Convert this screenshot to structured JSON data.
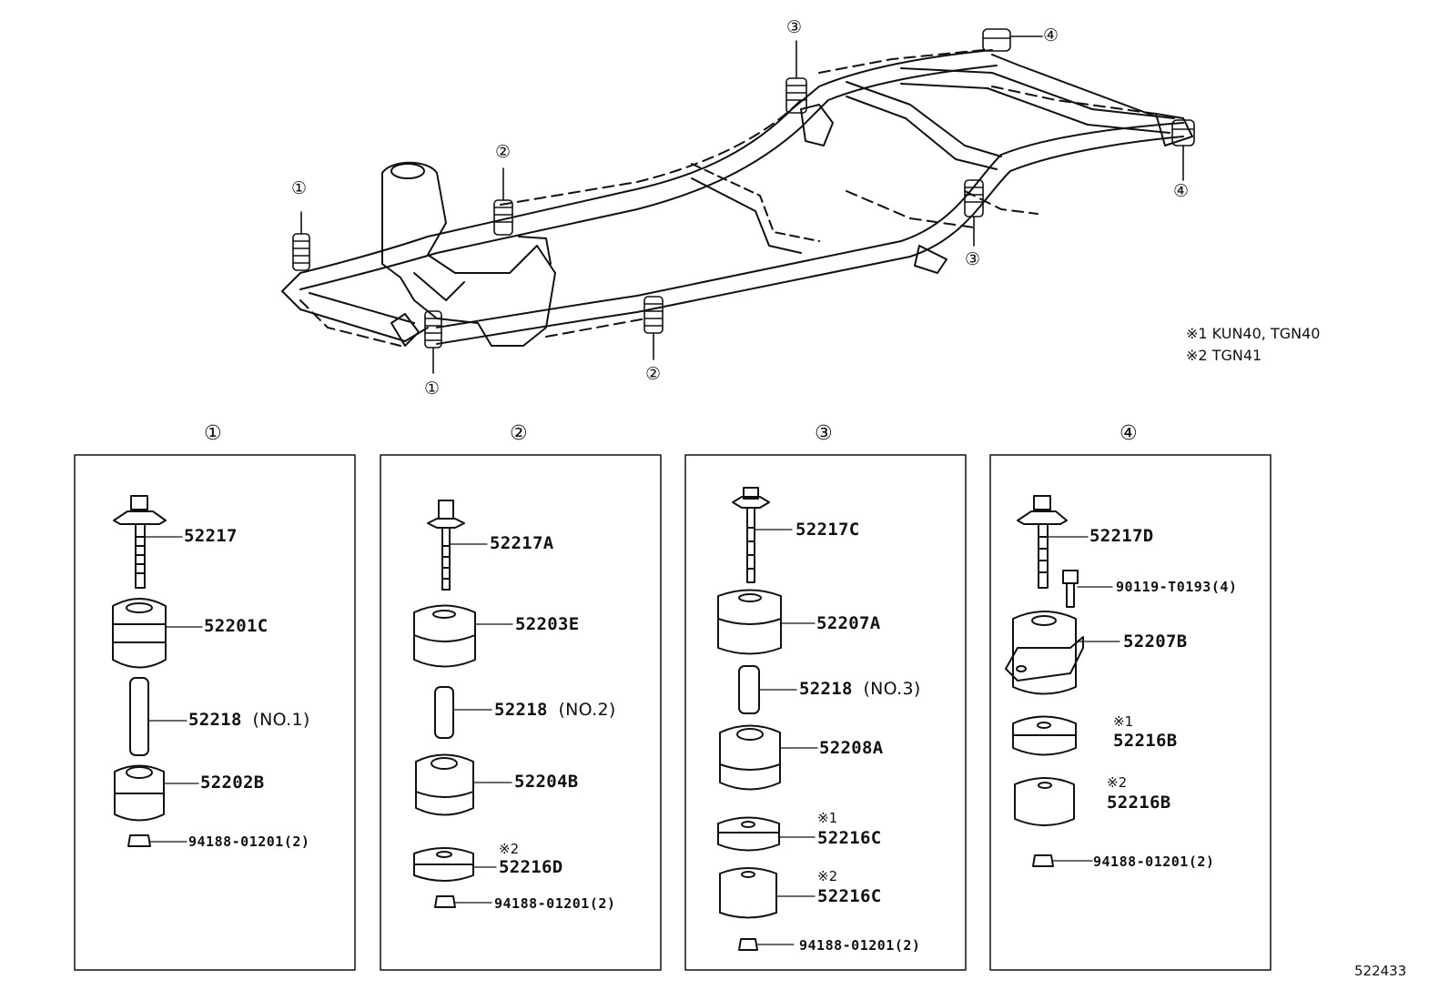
{
  "legend": {
    "note1": "※1 KUN40, TGN40",
    "note2": "※2 TGN41"
  },
  "callouts": {
    "c1": "①",
    "c2": "②",
    "c3": "③",
    "c4": "④"
  },
  "groups": [
    {
      "header": "①",
      "parts": [
        "52217",
        "52201C",
        "52218",
        "52202B",
        "94188-01201(2)"
      ],
      "qualifier": "(NO.1)"
    },
    {
      "header": "②",
      "parts": [
        "52217A",
        "52203E",
        "52218",
        "52204B",
        "52216D",
        "94188-01201(2)"
      ],
      "qualifier": "(NO.2)",
      "mark": "※2"
    },
    {
      "header": "③",
      "parts": [
        "52217C",
        "52207A",
        "52218",
        "52208A",
        "52216C",
        "52216C",
        "94188-01201(2)"
      ],
      "qualifier": "(NO.3)",
      "mark1": "※1",
      "mark2": "※2"
    },
    {
      "header": "④",
      "parts": [
        "52217D",
        "90119-T0193(4)",
        "52207B",
        "52216B",
        "52216B",
        "94188-01201(2)"
      ],
      "mark1": "※1",
      "mark2": "※2"
    }
  ],
  "diagram_id": "522433"
}
